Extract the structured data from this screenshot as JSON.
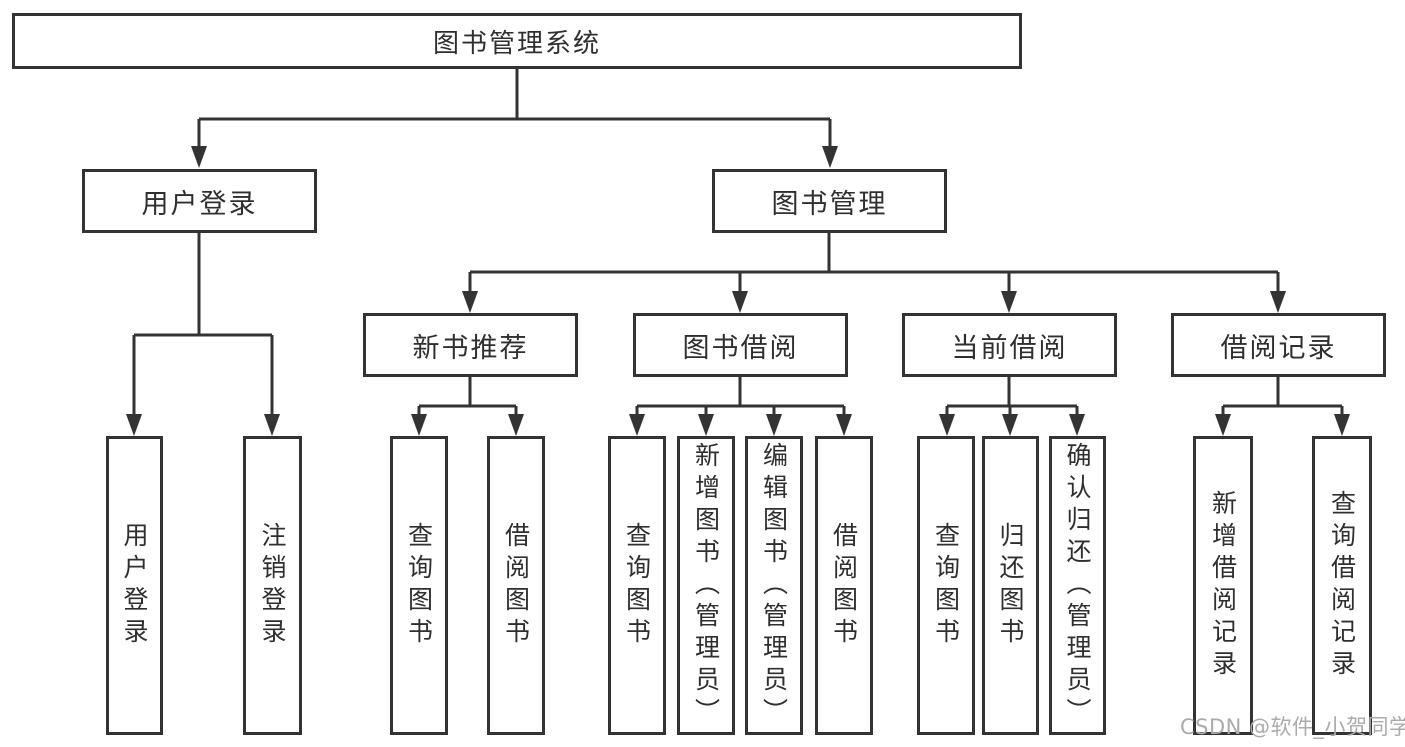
{
  "tree": {
    "label": "图书管理系统",
    "children": [
      {
        "label": "用户登录",
        "children": [
          {
            "label": "用户登录"
          },
          {
            "label": "注销登录"
          }
        ]
      },
      {
        "label": "图书管理",
        "children": [
          {
            "label": "新书推荐",
            "children": [
              {
                "label": "查询图书"
              },
              {
                "label": "借阅图书"
              }
            ]
          },
          {
            "label": "图书借阅",
            "children": [
              {
                "label": "查询图书"
              },
              {
                "label": "新增图书（管理员）"
              },
              {
                "label": "编辑图书（管理员）"
              },
              {
                "label": "借阅图书"
              }
            ]
          },
          {
            "label": "当前借阅",
            "children": [
              {
                "label": "查询图书"
              },
              {
                "label": "归还图书"
              },
              {
                "label": "确认归还（管理员）"
              }
            ]
          },
          {
            "label": "借阅记录",
            "children": [
              {
                "label": "新增借阅记录"
              },
              {
                "label": "查询借阅记录"
              }
            ]
          }
        ]
      }
    ]
  },
  "watermark": "CSDN @软件_小贺同学",
  "colors": {
    "line": "#333333",
    "text": "#2f2f2f",
    "box-bg": "#ffffff",
    "watermark": "#ababab"
  }
}
